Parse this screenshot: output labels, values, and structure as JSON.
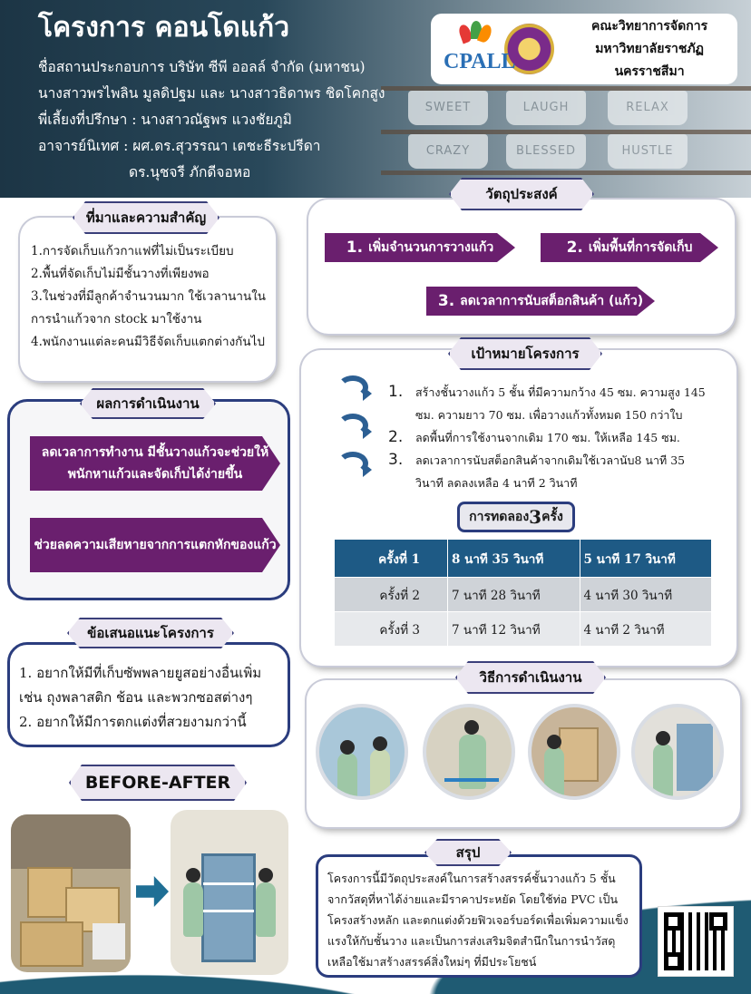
{
  "header": {
    "title": "โครงการ คอนโดแก้ว",
    "lines": [
      "ชื่อสถานประกอบการ บริษัท ซีพี ออลล์ จำกัด (มหาชน)",
      "นางสาวพรไพลิน มูลดิปฐม และ นางสาวธิดาพร ชิดโคกสูง",
      "พี่เลี้ยงที่ปรึกษา : นางสาวณัฐพร แวงชัยภูมิ",
      "อาจารย์นิเทศ : ผศ.ดร.สุวรรณา เตชะธีระปรีดา",
      "ดร.นุชจรี ภักดีจอหอ"
    ],
    "mugs": [
      "SWEET",
      "LAUGH",
      "RELAX",
      "CRAZY",
      "BLESSED",
      "HUSTLE"
    ],
    "logo_text": "CPALL",
    "faculty": [
      "คณะวิทยาการจัดการ",
      "มหาวิทยาลัยราชภัฏนครราชสีมา"
    ]
  },
  "background": {
    "title": "ที่มาและความสำคัญ",
    "items": [
      "1.การจัดเก็บแก้วกาแฟที่ไม่เป็นระเบียบ",
      "2.พื้นที่จัดเก็บไม่มีชั้นวางที่เพียงพอ",
      "3.ในช่วงที่มีลูกค้าจำนวนมาก ใช้เวลานานใน",
      "การนำแก้วจาก stock มาใช้งาน",
      "4.พนักงานแต่ละคนมีวิธีจัดเก็บแตกต่างกันไป"
    ]
  },
  "results": {
    "title": "ผลการดำเนินงาน",
    "items": [
      "ลดเวลาการทำงาน มีชั้นวางแก้วจะช่วยให้ พนักหาแก้วและจัดเก็บได้ง่ายขึ้น",
      "ช่วยลดความเสียหายจากการแตกหักของแก้ว"
    ]
  },
  "suggestions": {
    "title": "ข้อเสนอแนะโครงการ",
    "items": [
      "1. อยากให้มีที่เก็บซัพพลายยูสอย่างอื่นเพิ่ม",
      "เช่น ถุงพลาสติก ช้อน และพวกซอสต่างๆ",
      "2. อยากให้มีการตกแต่งที่สวยงามกว่านี้"
    ]
  },
  "before_after": {
    "title": "BEFORE-AFTER"
  },
  "objectives": {
    "title": "วัตถุประสงค์",
    "items": [
      {
        "num": "1.",
        "text": "เพิ่มจำนวนการวางแก้ว"
      },
      {
        "num": "2.",
        "text": "เพิ่มพื้นที่การจัดเก็บ"
      },
      {
        "num": "3.",
        "text": "ลดเวลาการนับสต็อกสินค้า (แก้ว)"
      }
    ]
  },
  "goals": {
    "title": "เป้าหมายโครงการ",
    "items": [
      {
        "num": "1.",
        "text": "สร้างชั้นวางแก้ว 5 ชั้น ที่มีความกว้าง 45 ซม. ความสูง 145 ซม. ความยาว 70 ซม. เพื่อวางแก้วทั้งหมด 150 กว่าใบ"
      },
      {
        "num": "2.",
        "text": "ลดพื้นที่การใช้งานจากเดิม 170 ซม. ให้เหลือ 145 ซม."
      },
      {
        "num": "3.",
        "text": "ลดเวลาการนับสต็อกสินค้าจากเดิมใช้เวลานับ8 นาที 35 วินาที ลดลงเหลือ 4 นาที 2 วินาที"
      }
    ]
  },
  "experiment": {
    "title_prefix": "การทดลอง",
    "title_num": "3",
    "title_suffix": "ครั้ง",
    "rows": [
      [
        "ครั้งที่ 1",
        "8 นาที 35 วินาที",
        "5 นาที 17 วินาที"
      ],
      [
        "ครั้งที่ 2",
        "7 นาที 28 วินาที",
        "4 นาที 30 วินาที"
      ],
      [
        "ครั้งที่ 3",
        "7 นาที 12 วินาที",
        "4 นาที 2 วินาที"
      ]
    ]
  },
  "methods": {
    "title": "วิธีการดำเนินงาน"
  },
  "summary": {
    "title": "สรุป",
    "text": "โครงการนี้มีวัตถุประสงค์ในการสร้างสรรค์ชั้นวางแก้ว 5 ชั้น จากวัสดุที่หาได้ง่ายและมีราคาประหยัด โดยใช้ท่อ PVC เป็นโครงสร้างหลัก และตกแต่งด้วยฟิวเจอร์บอร์ดเพื่อเพิ่มความแข็งแรงให้กับชั้นวาง และเป็นการส่งเสริมจิตสำนึกในการนำวัสดุเหลือใช้มาสร้างสรรค์สิ่งใหม่ๆ ที่มีประโยชน์"
  },
  "colors": {
    "purple": "#6a1f6e",
    "navy": "#2b3d7e",
    "teal": "#1f5b73"
  }
}
